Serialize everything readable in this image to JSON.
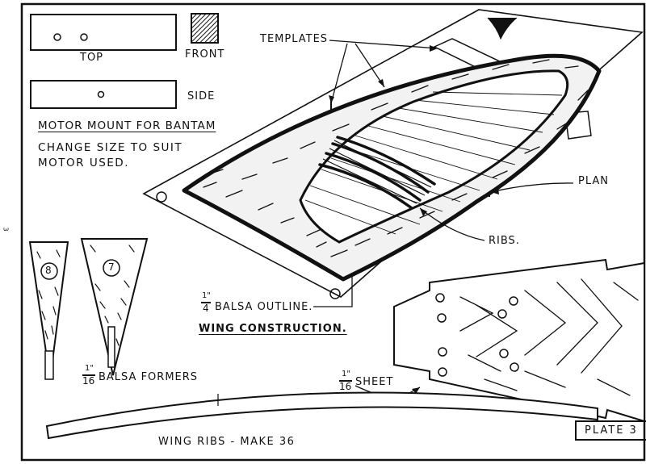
{
  "motor_mount": {
    "top_label": "TOP",
    "front_label": "FRONT",
    "side_label": "SIDE",
    "title": "MOTOR MOUNT FOR BANTAM",
    "note_line1": "CHANGE SIZE TO SUIT",
    "note_line2": "MOTOR USED."
  },
  "wing_construction": {
    "templates_label": "TEMPLATES",
    "plan_label": "PLAN",
    "ribs_label": "RIBS.",
    "outline_num": "1\"",
    "outline_den": "4",
    "outline_label": "BALSA OUTLINE.",
    "title": "WING CONSTRUCTION."
  },
  "formers": {
    "former_8": "8",
    "former_7": "7",
    "num": "1\"",
    "den": "16",
    "label": "BALSA FORMERS"
  },
  "sheet": {
    "num": "1\"",
    "den": "16",
    "label": "SHEET"
  },
  "wing_ribs_label": "WING RIBS - MAKE 36",
  "plate_label": "PLATE 3",
  "page_marker": "3"
}
